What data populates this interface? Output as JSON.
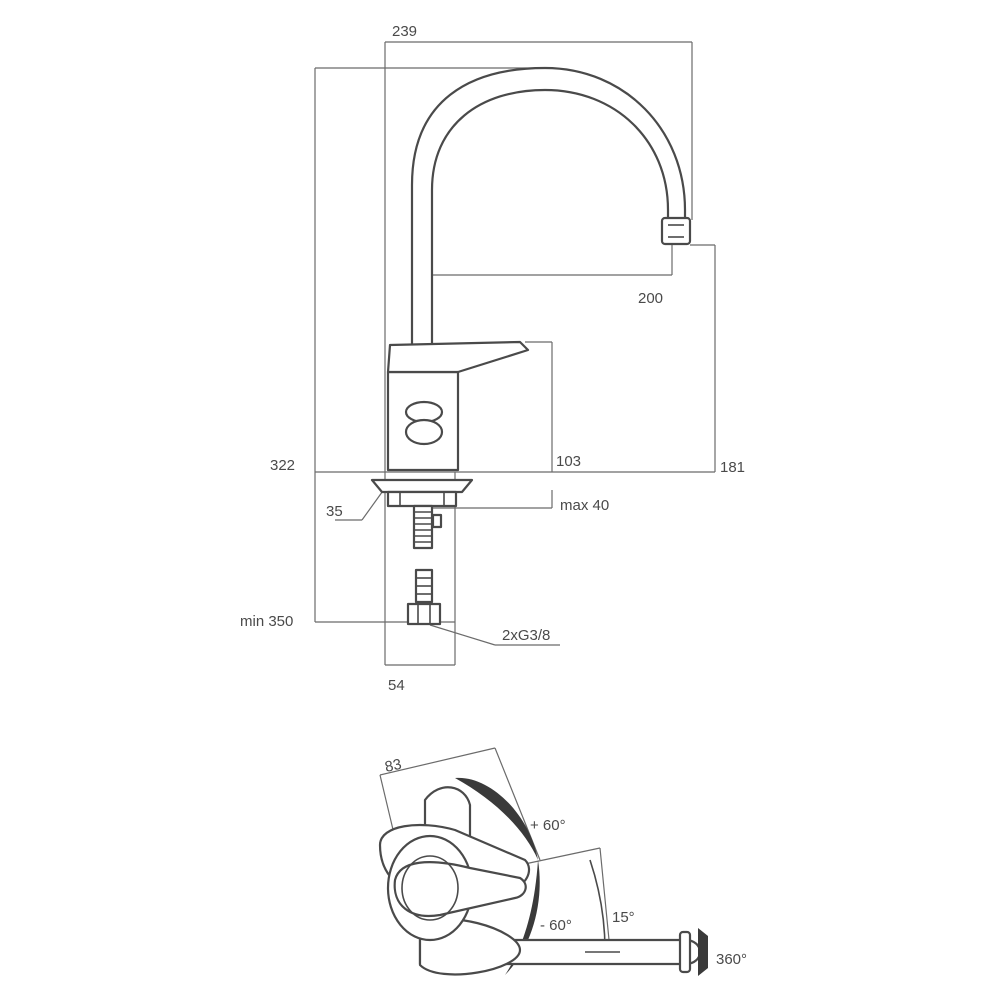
{
  "front_view": {
    "dim_239": "239",
    "dim_200": "200",
    "dim_322": "322",
    "dim_103": "103",
    "dim_181": "181",
    "dim_35": "35",
    "dim_max40": "max 40",
    "dim_min350": "min 350",
    "dim_thread": "2xG3/8",
    "dim_54": "54"
  },
  "top_view": {
    "dim_83": "83",
    "angle_plus60": "+ 60°",
    "angle_minus60": "- 60°",
    "angle_15": "15°",
    "angle_360": "360°"
  },
  "colors": {
    "line": "#4a4a4a",
    "dimension": "#6b6b6b",
    "fill_dark": "#3a3a3a",
    "background": "#ffffff"
  }
}
